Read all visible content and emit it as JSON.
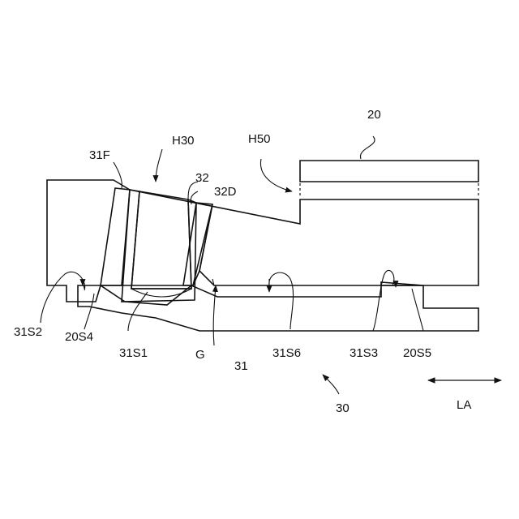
{
  "diagram": {
    "labels": {
      "ref_20": "20",
      "ref_30": "30",
      "ref_31": "31",
      "ref_31F": "31F",
      "ref_32": "32",
      "ref_32D": "32D",
      "ref_H30": "H30",
      "ref_H50": "H50",
      "ref_G": "G",
      "ref_LA": "LA",
      "ref_31S1": "31S1",
      "ref_31S2": "31S2",
      "ref_31S3": "31S3",
      "ref_31S6": "31S6",
      "ref_20S4": "20S4",
      "ref_20S5": "20S5"
    }
  }
}
